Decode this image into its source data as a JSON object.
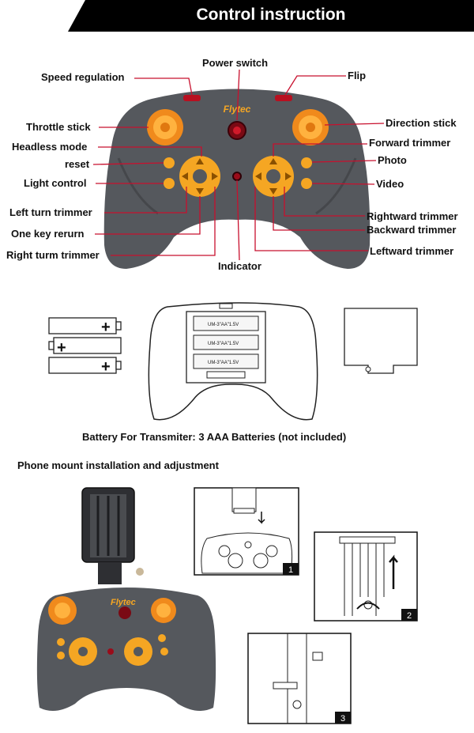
{
  "header": {
    "title": "Control instruction"
  },
  "controller_labels": {
    "power_switch": "Power switch",
    "speed_regulation": "Speed regulation",
    "flip": "Flip",
    "throttle_stick": "Throttle stick",
    "direction_stick": "Direction stick",
    "headless_mode": "Headless mode",
    "forward_trimmer": "Forward trimmer",
    "reset": "reset",
    "photo": "Photo",
    "light_control": "Light control",
    "video": "Video",
    "left_turn_trimmer": "Left turn trimmer",
    "rightward_trimmer": "Rightward trimmer",
    "one_key_return": "One key rerurn",
    "backward_trimmer": "Backward trimmer",
    "right_turn_trimmer": "Right turm trimmer",
    "leftward_trimmer": "Leftward trimmer",
    "indicator": "Indicator"
  },
  "controller": {
    "brand": "Flytec"
  },
  "battery": {
    "caption": "Battery For Transmiter: 3 AAA Batteries (not included)",
    "cell_label": "UM-3\"AA\"1.5V",
    "plus": "+"
  },
  "phone_mount": {
    "title": "Phone mount installation and adjustment",
    "brand": "Flytec",
    "steps": [
      "1",
      "2",
      "3"
    ]
  },
  "colors": {
    "accent_orange": "#f5a623",
    "controller_gray": "#5a5c60",
    "leader_red": "#c8102e"
  }
}
